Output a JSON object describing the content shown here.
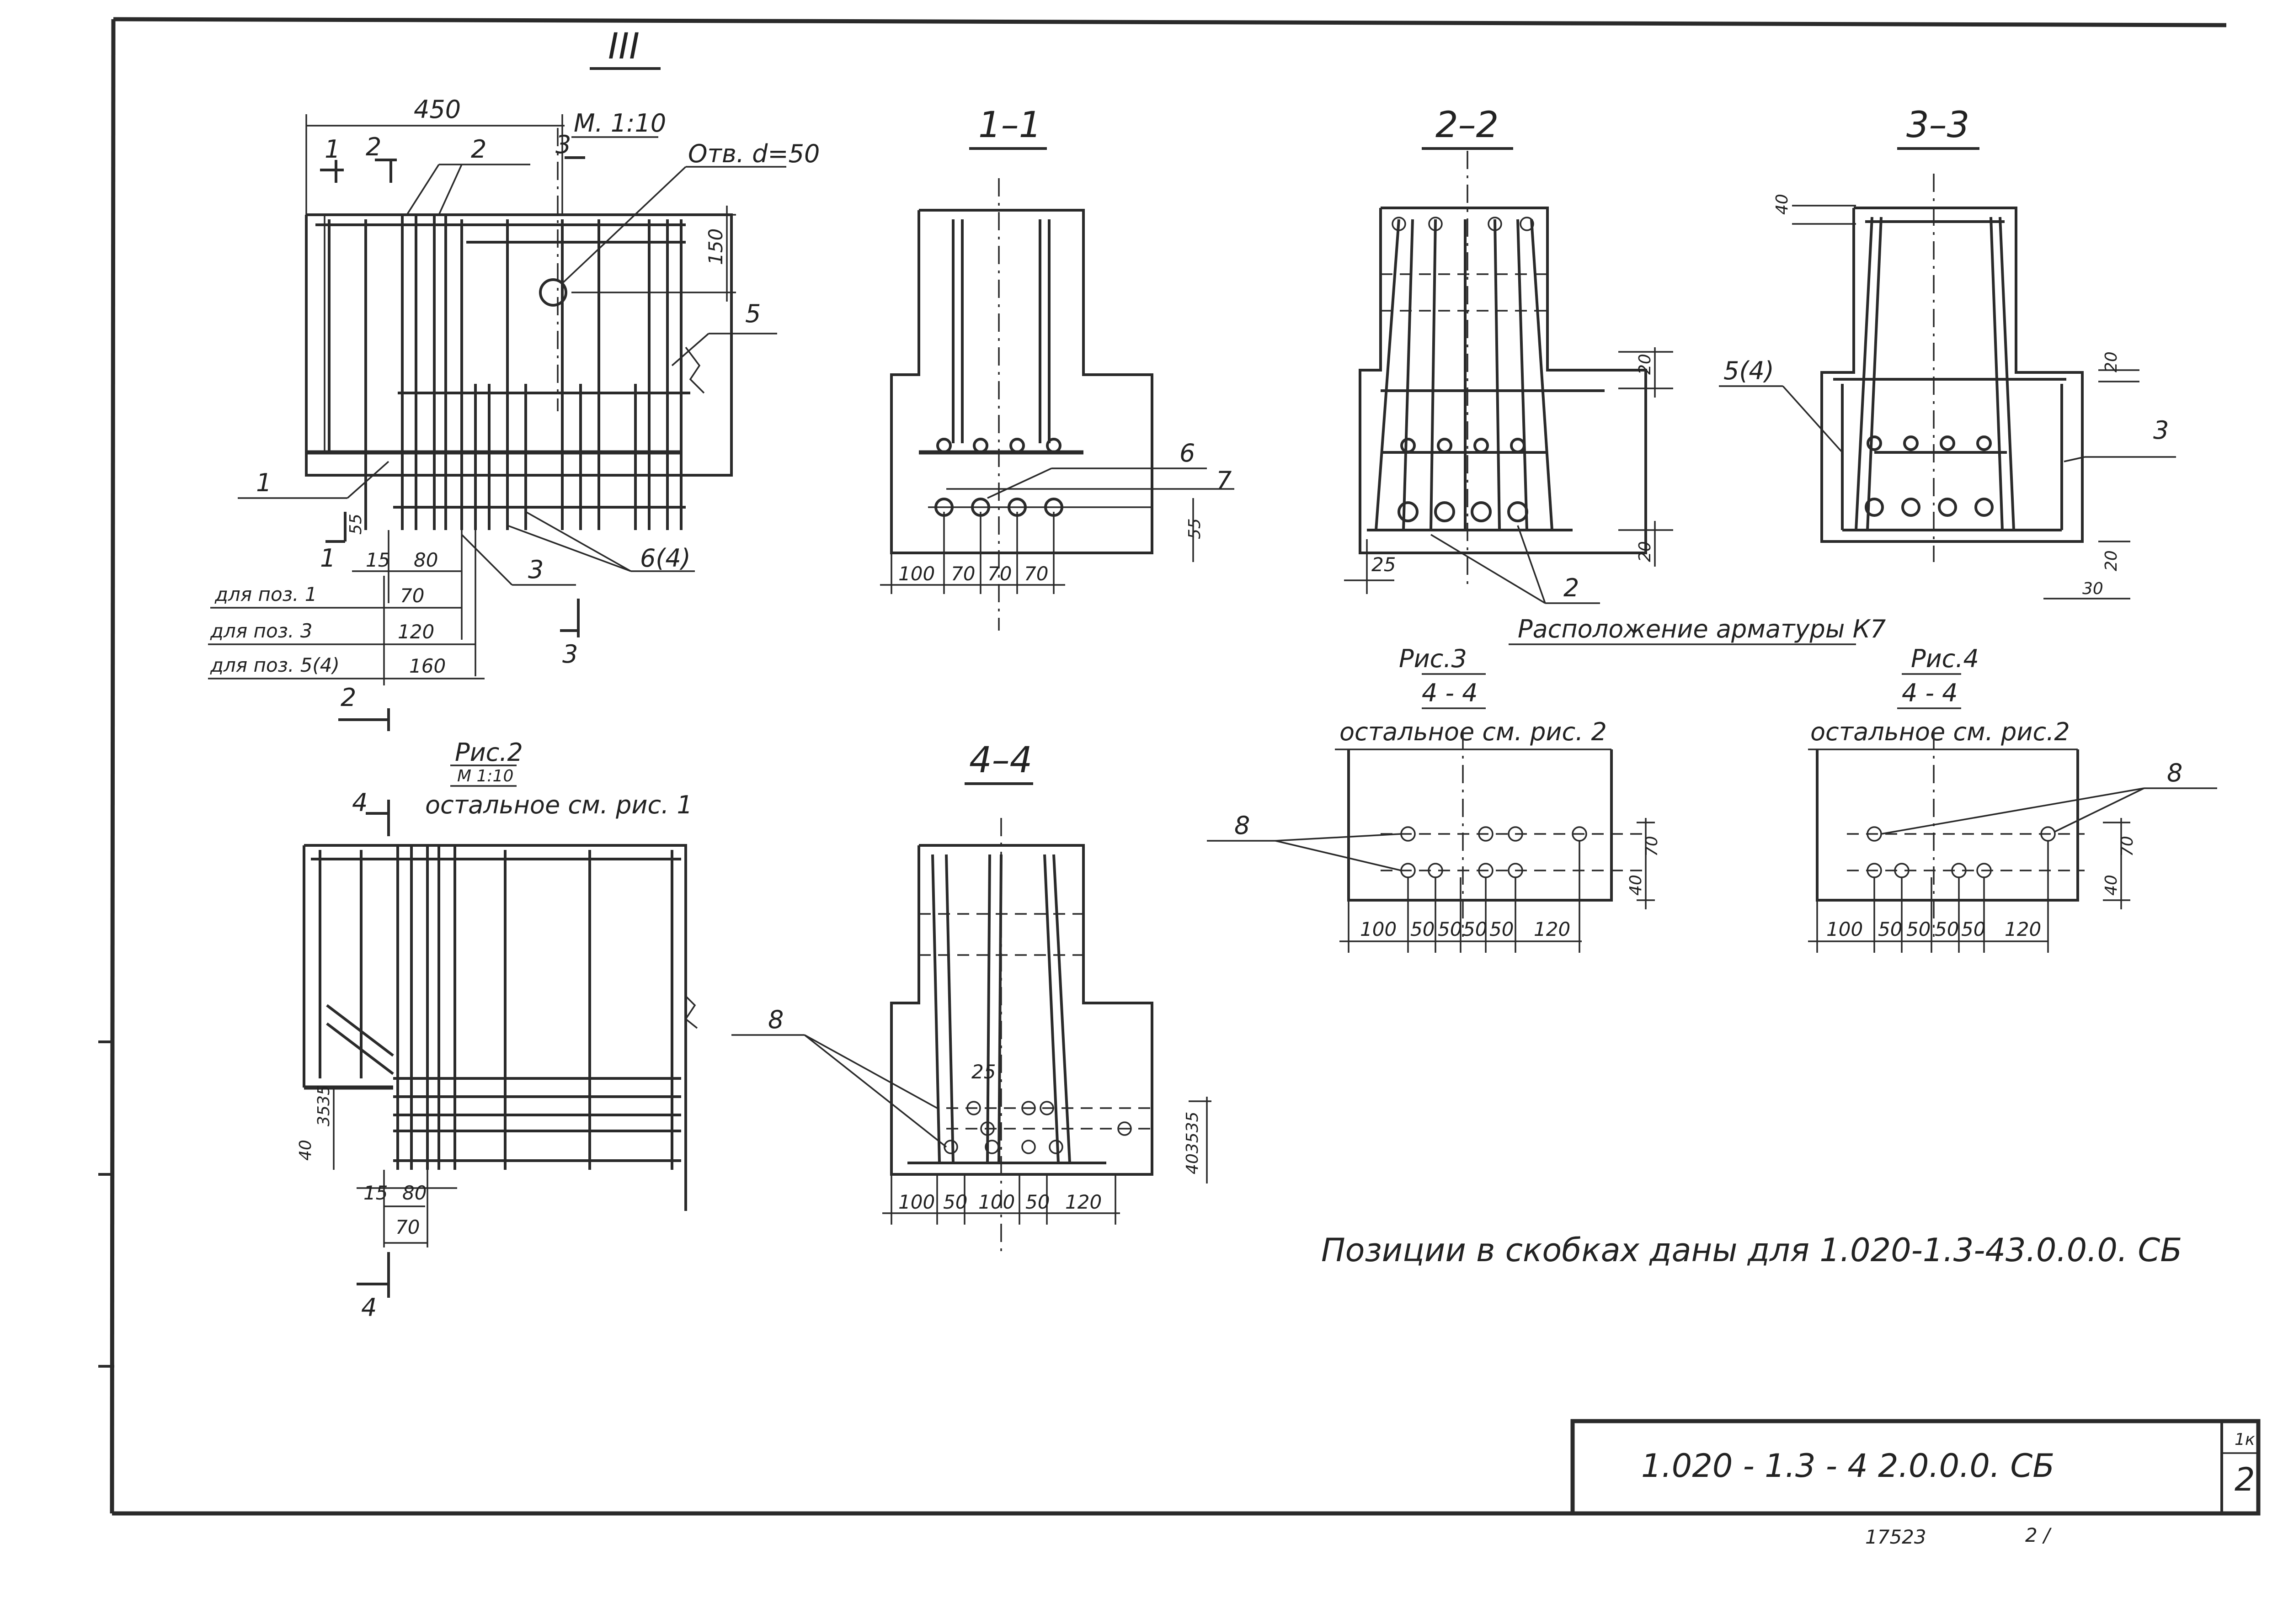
{
  "sheet": {
    "detail_mark": "III",
    "drawing_code": "1.020 - 1.3 - 4 2.0.0.0. СБ",
    "sheet_number_top": "1к",
    "sheet_number": "2",
    "archive_number": "17523",
    "archive_suffix": "2 /",
    "note": "Позиции в скобках даны для 1.020-1.3-43.0.0.0. СБ"
  },
  "view_main": {
    "scale": "М. 1:10",
    "hole_label": "Отв. d=50",
    "dims": {
      "overall_width": "450",
      "hole_offset": "150",
      "edge_55": "55",
      "d15": "15",
      "d80": "80",
      "d70": "70",
      "d120": "120",
      "d160": "160"
    },
    "pos_labels": {
      "p1": "1",
      "p2": "2",
      "p3": "3",
      "p5": "5",
      "p6": "6(4)"
    },
    "cut_labels": {
      "c1": "1",
      "c2": "2",
      "c3": "3"
    },
    "legend": [
      "для поз. 1",
      "для поз. 3",
      "для поз. 5(4)"
    ]
  },
  "view_fig2": {
    "title": "Рис.2",
    "scale": "М 1:10",
    "note": "остальное см. рис. 1",
    "cut_label": "4",
    "dims": {
      "d40": "40",
      "d35a": "35",
      "d35b": "35",
      "d15": "15",
      "d80": "80",
      "d70": "70"
    }
  },
  "section_1": {
    "title": "1–1",
    "pos_labels": {
      "p6": "6",
      "p7": "7"
    },
    "dims": [
      "100",
      "70",
      "70",
      "70"
    ],
    "side_dim": "55"
  },
  "section_2": {
    "title": "2–2",
    "pos_label": "2",
    "dims": {
      "d25": "25",
      "d20a": "20",
      "d20b": "20"
    }
  },
  "section_3": {
    "title": "3–3",
    "pos_labels": {
      "p54": "5(4)",
      "p3": "3"
    },
    "dims": {
      "d40": "40",
      "d20a": "20",
      "d20b": "20",
      "d30": "30"
    }
  },
  "section_4": {
    "title": "4–4",
    "pos_label": "8",
    "dims": [
      "100",
      "50",
      "100",
      "50",
      "120"
    ],
    "d25": "25",
    "side_dim": "403535"
  },
  "arrangement": {
    "title": "Расположение арматуры К7",
    "fig3": {
      "title": "Рис.3",
      "section": "4 - 4",
      "note": "остальное см. рис. 2",
      "pos_label": "8",
      "dims": [
        "100",
        "50",
        "50",
        "50",
        "50",
        "120"
      ],
      "side_dims": {
        "d40": "40",
        "d70": "70"
      }
    },
    "fig4": {
      "title": "Рис.4",
      "section": "4 - 4",
      "note": "остальное см. рис.2",
      "pos_label": "8",
      "dims": [
        "100",
        "50",
        "50",
        "50",
        "50",
        "120"
      ],
      "side_dims": {
        "d40": "40",
        "d70": "70"
      }
    }
  }
}
